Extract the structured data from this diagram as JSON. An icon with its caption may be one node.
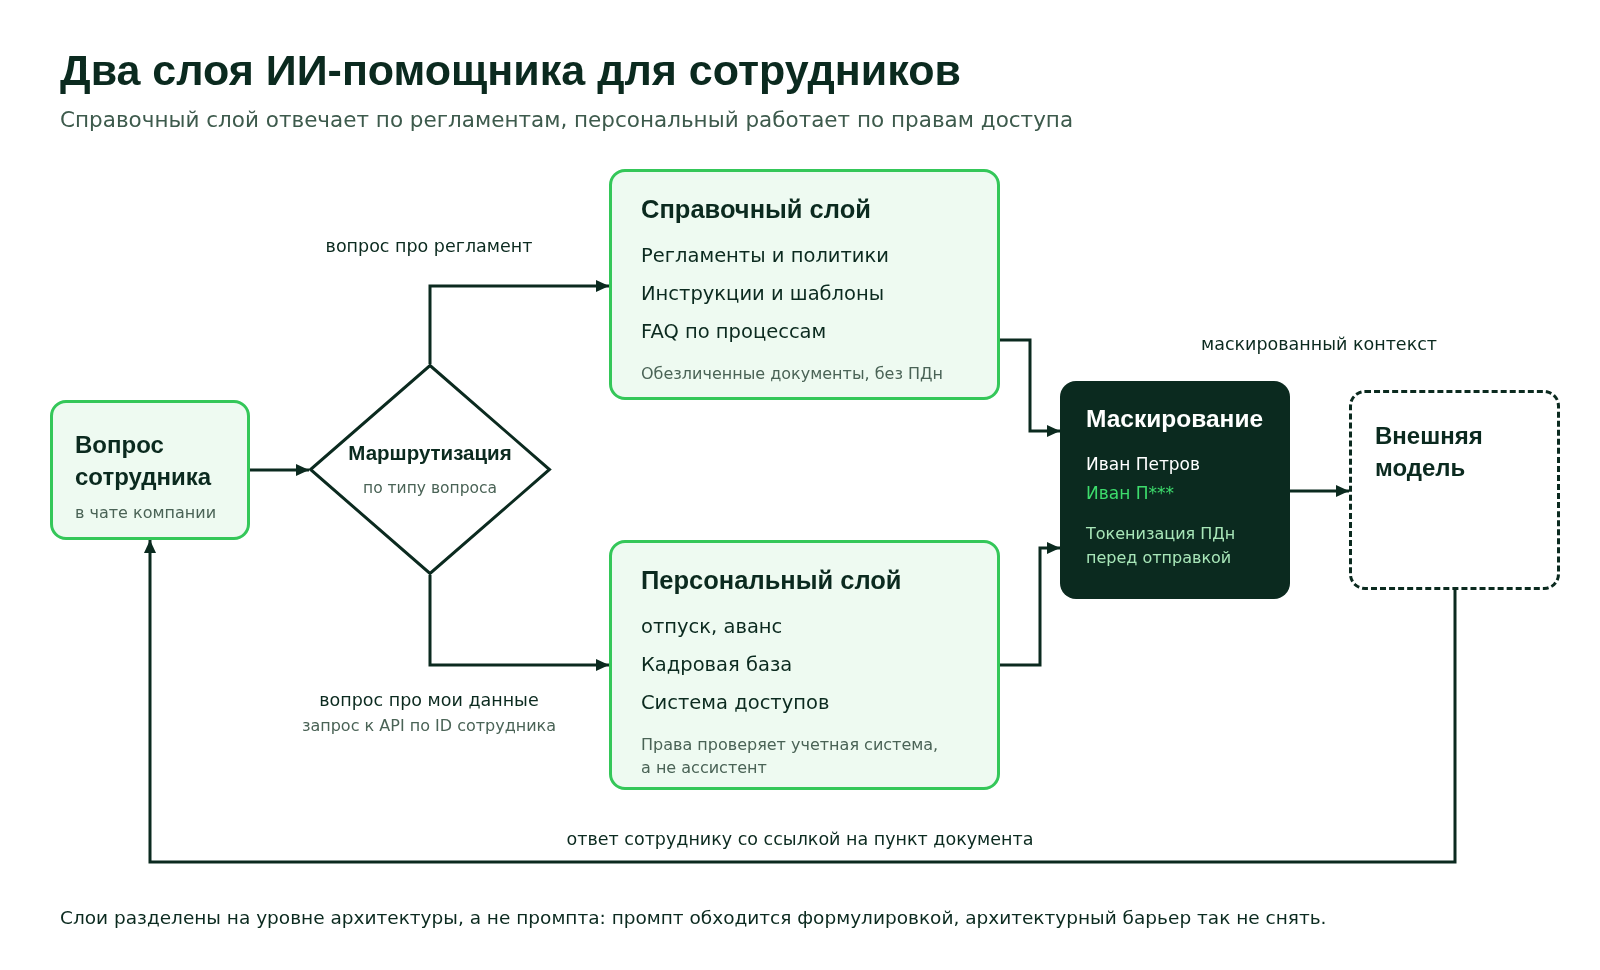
{
  "diagram": {
    "title": "Два слоя ИИ-помощника для сотрудников",
    "caption": "Слои разделены на уровне архитектуры, а не промпта: промпт обходится формулировкой, архитектурный барьер так не снять.",
    "nodes": [
      {
        "text": [
          "Вопрос сотрудника",
          "в чате компании"
        ]
      },
      {
        "text": [
          "Маршрутизация",
          "по типу вопроса"
        ]
      },
      {
        "text": [
          "Справочный слой",
          "Регламенты и политики",
          "Инструкции и шаблоны",
          "FAQ по процессам",
          "Обезличенные документы, без ПДн"
        ]
      },
      {
        "text": [
          "Персональный слой",
          "отпуск, аванс",
          "Кадровая база",
          "Система доступов",
          "Права проверяет учетная система, а не ассистент"
        ]
      },
      {
        "text": [
          "Маскирование",
          "Иван Петров",
          "Иван П***",
          "Токенизация ПДн перед отправкой"
        ]
      },
      {
        "text": [
          "Внешняя модель"
        ]
      }
    ],
    "edges": [
      {
        "from": 0,
        "to": 1,
        "arrow": "to"
      },
      {
        "from": 1,
        "to": 2,
        "arrow": "to",
        "label": "вопрос про регламент"
      },
      {
        "from": 1,
        "to": 3,
        "arrow": "to",
        "label": "вопрос про мои данные"
      },
      {
        "from": 2,
        "to": 4,
        "arrow": "to"
      },
      {
        "from": 3,
        "to": 4,
        "arrow": "to"
      },
      {
        "from": 4,
        "to": 5,
        "arrow": "to"
      },
      {
        "from": 5,
        "to": 0,
        "arrow": "to",
        "label": "ответ сотруднику со ссылкой на пункт документа"
      }
    ],
    "labels": [
      "Справочный слой отвечает по регламентам, персональный работает по правам доступа",
      "маскированный контекст",
      "запрос к API по ID сотрудника"
    ]
  }
}
